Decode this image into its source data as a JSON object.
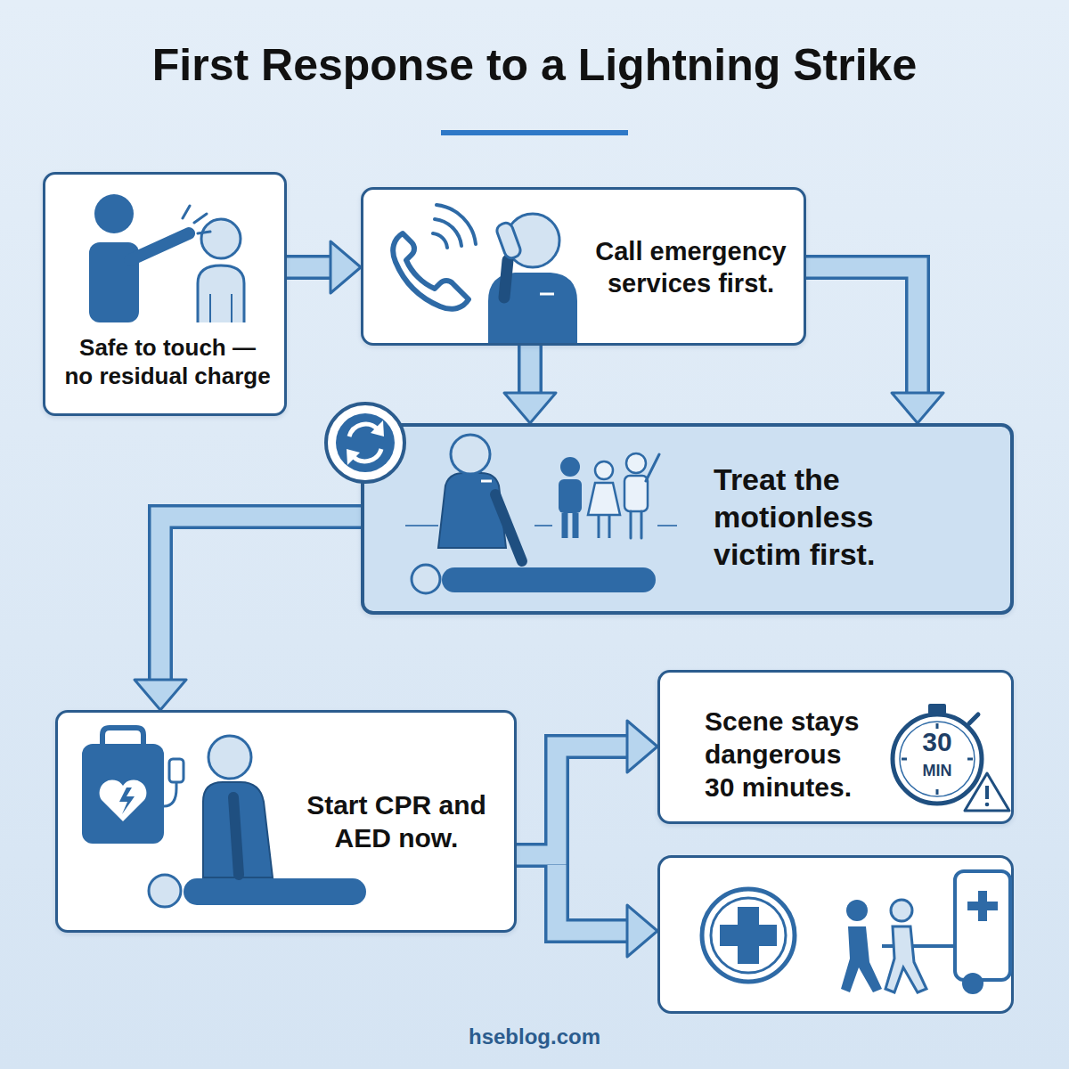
{
  "diagram": {
    "title": "First Response to a Lightning Strike",
    "nodes": [
      {
        "text": [
          "Safe to touch — no residual charge"
        ]
      },
      {
        "text": [
          "Call emergency services first."
        ]
      },
      {
        "text": [
          "Treat the motionless victim first."
        ]
      },
      {
        "text": [
          "Start CPR and AED now."
        ]
      },
      {
        "text": [
          "Scene stays dangerous 30 minutes."
        ]
      }
    ],
    "edges": [
      {
        "from": 0,
        "to": 1,
        "arrow": "to"
      },
      {
        "from": 1,
        "to": 2,
        "arrow": "to"
      },
      {
        "from": 1,
        "to": 2,
        "arrow": "to"
      },
      {
        "from": 2,
        "to": 3,
        "arrow": "to"
      },
      {
        "from": 3,
        "to": 4,
        "arrow": "to"
      }
    ],
    "labels": [
      "30",
      "MIN",
      "hseblog.com"
    ]
  }
}
